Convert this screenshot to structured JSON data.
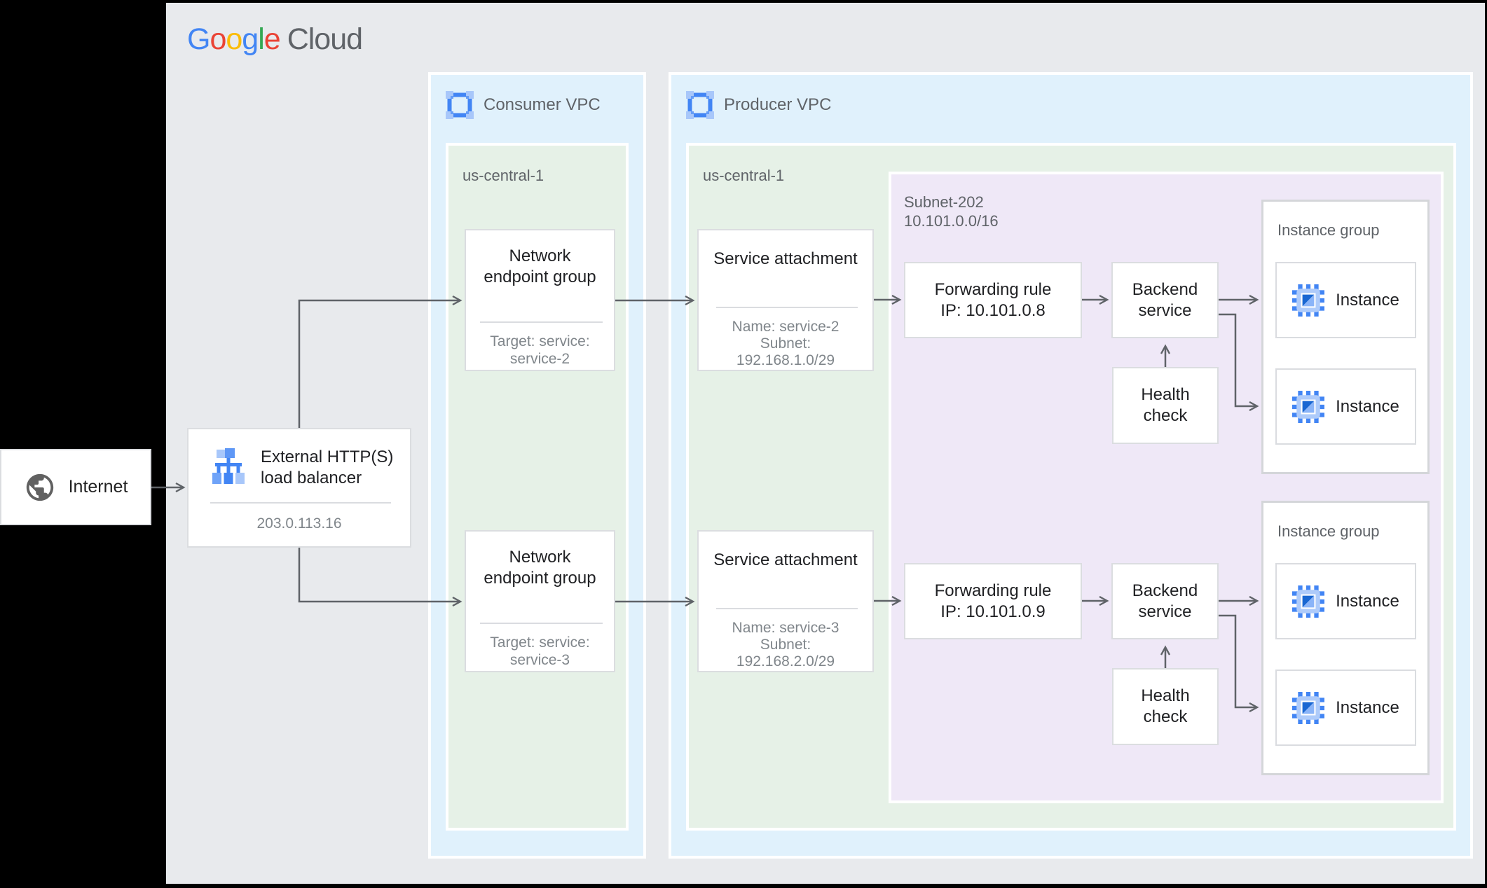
{
  "logo": {
    "letters": [
      {
        "ch": "G",
        "css": "color:#4285F4"
      },
      {
        "ch": "o",
        "css": "color:#EA4335"
      },
      {
        "ch": "o",
        "css": "color:#FBBC05"
      },
      {
        "ch": "g",
        "css": "color:#4285F4"
      },
      {
        "ch": "l",
        "css": "color:#34A853"
      },
      {
        "ch": "e",
        "css": "color:#EA4335"
      }
    ],
    "suffix": "Cloud"
  },
  "internet": {
    "label": "Internet"
  },
  "load_balancer": {
    "title_line1": "External HTTP(S)",
    "title_line2": "load balancer",
    "ip": "203.0.113.16"
  },
  "consumer_vpc": {
    "label": "Consumer VPC",
    "region": "us-central-1"
  },
  "producer_vpc": {
    "label": "Producer VPC",
    "region": "us-central-1"
  },
  "subnet": {
    "name": "Subnet-202",
    "cidr": "10.101.0.0/16"
  },
  "rows": [
    {
      "neg": {
        "title_line1": "Network",
        "title_line2": "endpoint group",
        "target_line1": "Target: service:",
        "target_line2": "service-2"
      },
      "service_attachment": {
        "title": "Service attachment",
        "name": "Name: service-2",
        "subnet_word": "Subnet:",
        "cidr": "192.168.1.0/29"
      },
      "forwarding_rule": {
        "title": "Forwarding rule",
        "ip": "IP: 10.101.0.8"
      },
      "backend_service": {
        "line1": "Backend",
        "line2": "service"
      },
      "health_check": {
        "line1": "Health",
        "line2": "check"
      },
      "instance_group": {
        "label": "Instance group",
        "instances": [
          "Instance",
          "Instance"
        ]
      }
    },
    {
      "neg": {
        "title_line1": "Network",
        "title_line2": "endpoint group",
        "target_line1": "Target: service:",
        "target_line2": "service-3"
      },
      "service_attachment": {
        "title": "Service attachment",
        "name": "Name: service-3",
        "subnet_word": "Subnet:",
        "cidr": "192.168.2.0/29"
      },
      "forwarding_rule": {
        "title": "Forwarding rule",
        "ip": "IP: 10.101.0.9"
      },
      "backend_service": {
        "line1": "Backend",
        "line2": "service"
      },
      "health_check": {
        "line1": "Health",
        "line2": "check"
      },
      "instance_group": {
        "label": "Instance group",
        "instances": [
          "Instance",
          "Instance"
        ]
      }
    }
  ],
  "colors": {
    "panel_bg": "#E8EAED",
    "vpc_bg": "#E0F1FC",
    "region_bg": "#E6F1E7",
    "subnet_bg": "#EFE8F7",
    "node_border": "#DBDDE0",
    "arrow": "#5F6368",
    "google_blue": "#4285F4",
    "google_red": "#EA4335",
    "google_yellow": "#FBBC05",
    "google_green": "#34A853",
    "text_primary": "#202124",
    "text_secondary": "#80868B",
    "label_gray": "#5F6368"
  }
}
